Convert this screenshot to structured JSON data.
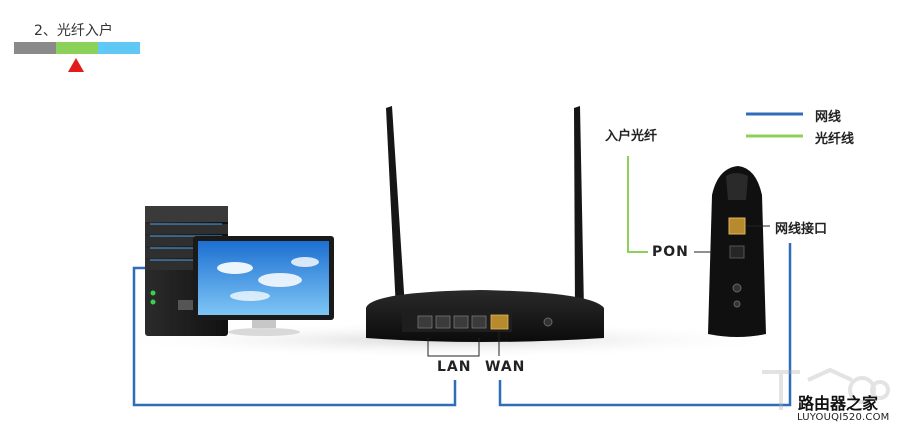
{
  "header": {
    "step_title": "2、光纤入户",
    "progress_colors": [
      "#8a8a8a",
      "#8cd15a",
      "#5fc8f5"
    ],
    "indicator_color": "#e31b1b"
  },
  "legend": {
    "items": [
      {
        "label": "网线",
        "color": "#2f6db8"
      },
      {
        "label": "光纤线",
        "color": "#8cd15a"
      }
    ]
  },
  "labels": {
    "fiber_in": "入户光纤",
    "pon": "PON",
    "ethernet_port": "网线接口",
    "lan": "LAN",
    "wan": "WAN"
  },
  "watermark": {
    "brand": "路由器之家",
    "url": "LUYOUQI520.COM"
  }
}
